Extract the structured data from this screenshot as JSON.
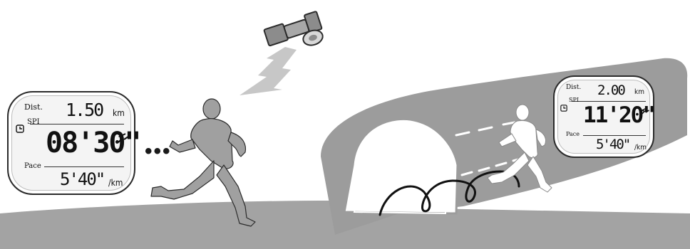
{
  "watch_before": {
    "dist_label": "Dist.",
    "dist_value": "1.50",
    "dist_unit": "km",
    "spi_label": "SPI",
    "time_value": "08'30\"",
    "pace_label": "Pace",
    "pace_value": "5'40\"",
    "pace_unit": "/km"
  },
  "watch_after": {
    "dist_label": "Dist.",
    "dist_value": "2.00",
    "dist_unit": "km",
    "spi_label": "SPI",
    "time_value": "11'20\"",
    "pace_label": "Pace",
    "pace_value": "5'40\"",
    "pace_unit": "/km"
  },
  "ellipsis": "•••",
  "colors": {
    "ground": "#a3a3a3",
    "tunnel": "#9c9c9c",
    "runner": "#a0a0a0",
    "runner_in_tunnel": "#ffffff",
    "signal": "#c7c7c7",
    "satellite": "#8c8c8c",
    "outline": "#2b2b2b"
  }
}
